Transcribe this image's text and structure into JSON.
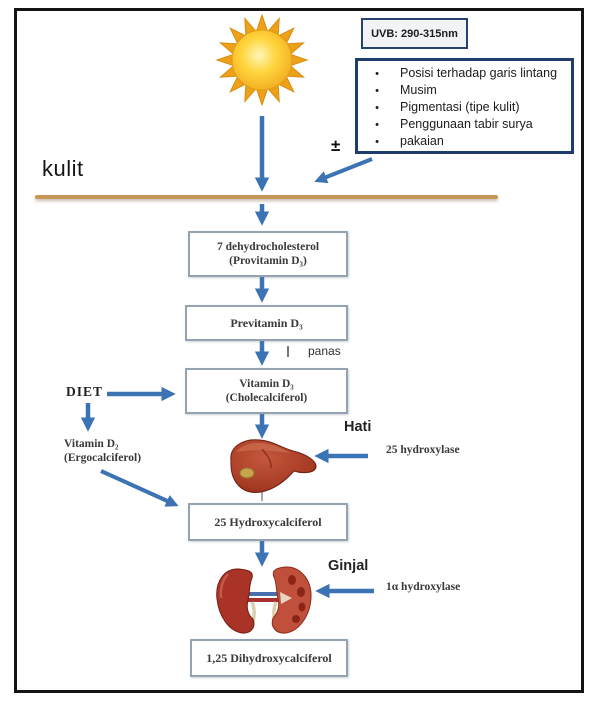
{
  "uvb_label": "UVB: 290-315nm",
  "factors": {
    "items": [
      "Posisi terhadap garis lintang",
      "Musim",
      "Pigmentasi (tipe kulit)",
      "Penggunaan tabir surya",
      "pakaian"
    ],
    "plus_minus": "±"
  },
  "skin_label": "kulit",
  "boxes": {
    "provitamin": {
      "line1": "7 dehydrocholesterol",
      "line2": "(Provitamin D₃)"
    },
    "previtamin": {
      "line1": "Previtamin D₃"
    },
    "vitamin_d3": {
      "line1": "Vitamin D₃",
      "line2": "(Cholecalciferol)"
    },
    "hydroxy25": {
      "line1": "25 Hydroxycalciferol"
    },
    "dihydroxy125": {
      "line1": "1,25 Dihydroxycalciferol"
    }
  },
  "labels": {
    "panas": "panas",
    "diet": "DIET",
    "vitamin_d2_line1": "Vitamin D₂",
    "vitamin_d2_line2": "(Ergocalciferol)",
    "hati": "Hati",
    "hydroxylase25": "25 hydroxylase",
    "ginjal": "Ginjal",
    "hydroxylase1a": "1α hydroxylase"
  },
  "colors": {
    "arrow_blue": "#3b73b5",
    "dark_navy_border": "#1f3c6e",
    "box_border": "#94a2b4",
    "skin_line_tan": "#c79759",
    "sun_core": "#ffd53d",
    "liver_red": "#a63b24",
    "kidney_red": "#a83326"
  }
}
